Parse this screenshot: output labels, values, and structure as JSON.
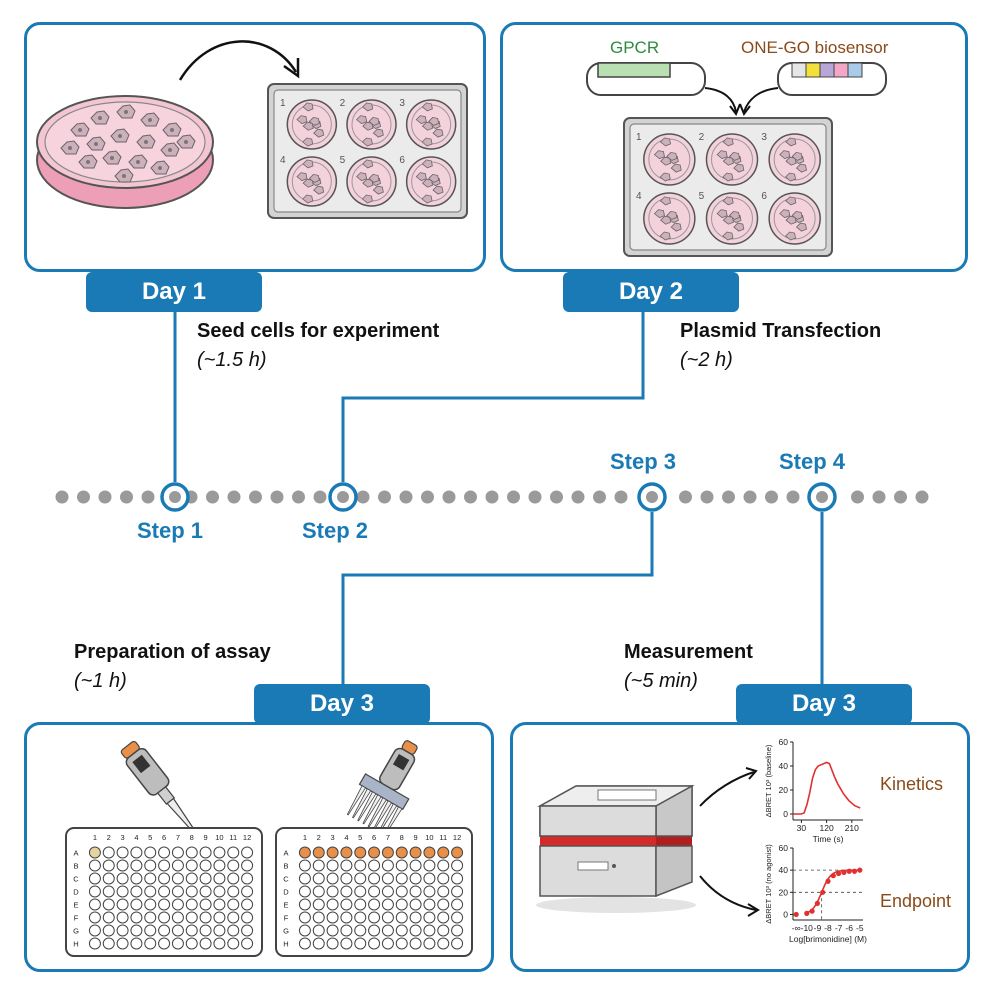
{
  "panels": {
    "day1": {
      "tab": "Day 1",
      "title": "Seed cells for experiment",
      "duration": "(~1.5 h)"
    },
    "day2": {
      "tab": "Day 2",
      "title": "Plasmid Transfection",
      "duration": "(~2 h)",
      "plasmid_gpcr": "GPCR",
      "plasmid_biosensor": "ONE-GO biosensor"
    },
    "day3_prep": {
      "tab": "Day 3",
      "title": "Preparation of assay",
      "duration": "(~1 h)"
    },
    "day3_measure": {
      "tab": "Day 3",
      "title": "Measurement",
      "duration": "(~5 min)",
      "kinetics_label": "Kinetics",
      "endpoint_label": "Endpoint"
    }
  },
  "plate6_wells": [
    "1",
    "2",
    "3",
    "4",
    "5",
    "6"
  ],
  "plate96": {
    "cols": [
      "1",
      "2",
      "3",
      "4",
      "5",
      "6",
      "7",
      "8",
      "9",
      "10",
      "11",
      "12"
    ],
    "rows": [
      "A",
      "B",
      "C",
      "D",
      "E",
      "F",
      "G",
      "H"
    ]
  },
  "steps": [
    "Step 1",
    "Step 2",
    "Step 3",
    "Step 4"
  ],
  "colors": {
    "accent": "#1a7ab5",
    "dish_pink": "#f4c6d3",
    "well_fill": "#f3d2dc",
    "tip_orange": "#e8904a",
    "curve_red": "#e03030",
    "label_brown": "#8b4a1a",
    "gpcr_green": "#b9dfb2"
  },
  "chart_data": [
    {
      "type": "line",
      "title": "",
      "xlabel": "Time (s)",
      "ylabel": "ΔBRET 10³ (baseline)",
      "xticks": [
        30,
        120,
        210
      ],
      "yticks": [
        0,
        20,
        40,
        60
      ],
      "xlim": [
        0,
        250
      ],
      "ylim": [
        -5,
        60
      ],
      "series": [
        {
          "x": [
            0,
            10,
            20,
            30,
            40,
            50,
            60,
            70,
            80,
            90,
            100,
            110,
            120,
            130,
            140,
            150,
            160,
            170,
            180,
            190,
            200,
            210,
            220,
            230,
            240
          ],
          "values": [
            0,
            0,
            0,
            0,
            1,
            8,
            18,
            30,
            37,
            40,
            41,
            42,
            43,
            42,
            36,
            30,
            25,
            21,
            17,
            14,
            11,
            9,
            7,
            6,
            5
          ]
        }
      ]
    },
    {
      "type": "scatter",
      "title": "",
      "xlabel": "Log[brimonidine] (M)",
      "ylabel": "ΔBRET 10³ (no agonist)",
      "xticks": [
        "-∞",
        "-10",
        "-9",
        "-8",
        "-7",
        "-6",
        "-5"
      ],
      "yticks": [
        0,
        20,
        40,
        60
      ],
      "ylim": [
        -5,
        60
      ],
      "series": [
        {
          "x": [
            -11,
            -10,
            -9.5,
            -9,
            -8.5,
            -8,
            -7.5,
            -7,
            -6.5,
            -6,
            -5.5,
            -5
          ],
          "values": [
            0,
            1,
            3,
            10,
            20,
            30,
            35,
            37,
            38,
            39,
            39,
            40
          ]
        }
      ]
    }
  ]
}
